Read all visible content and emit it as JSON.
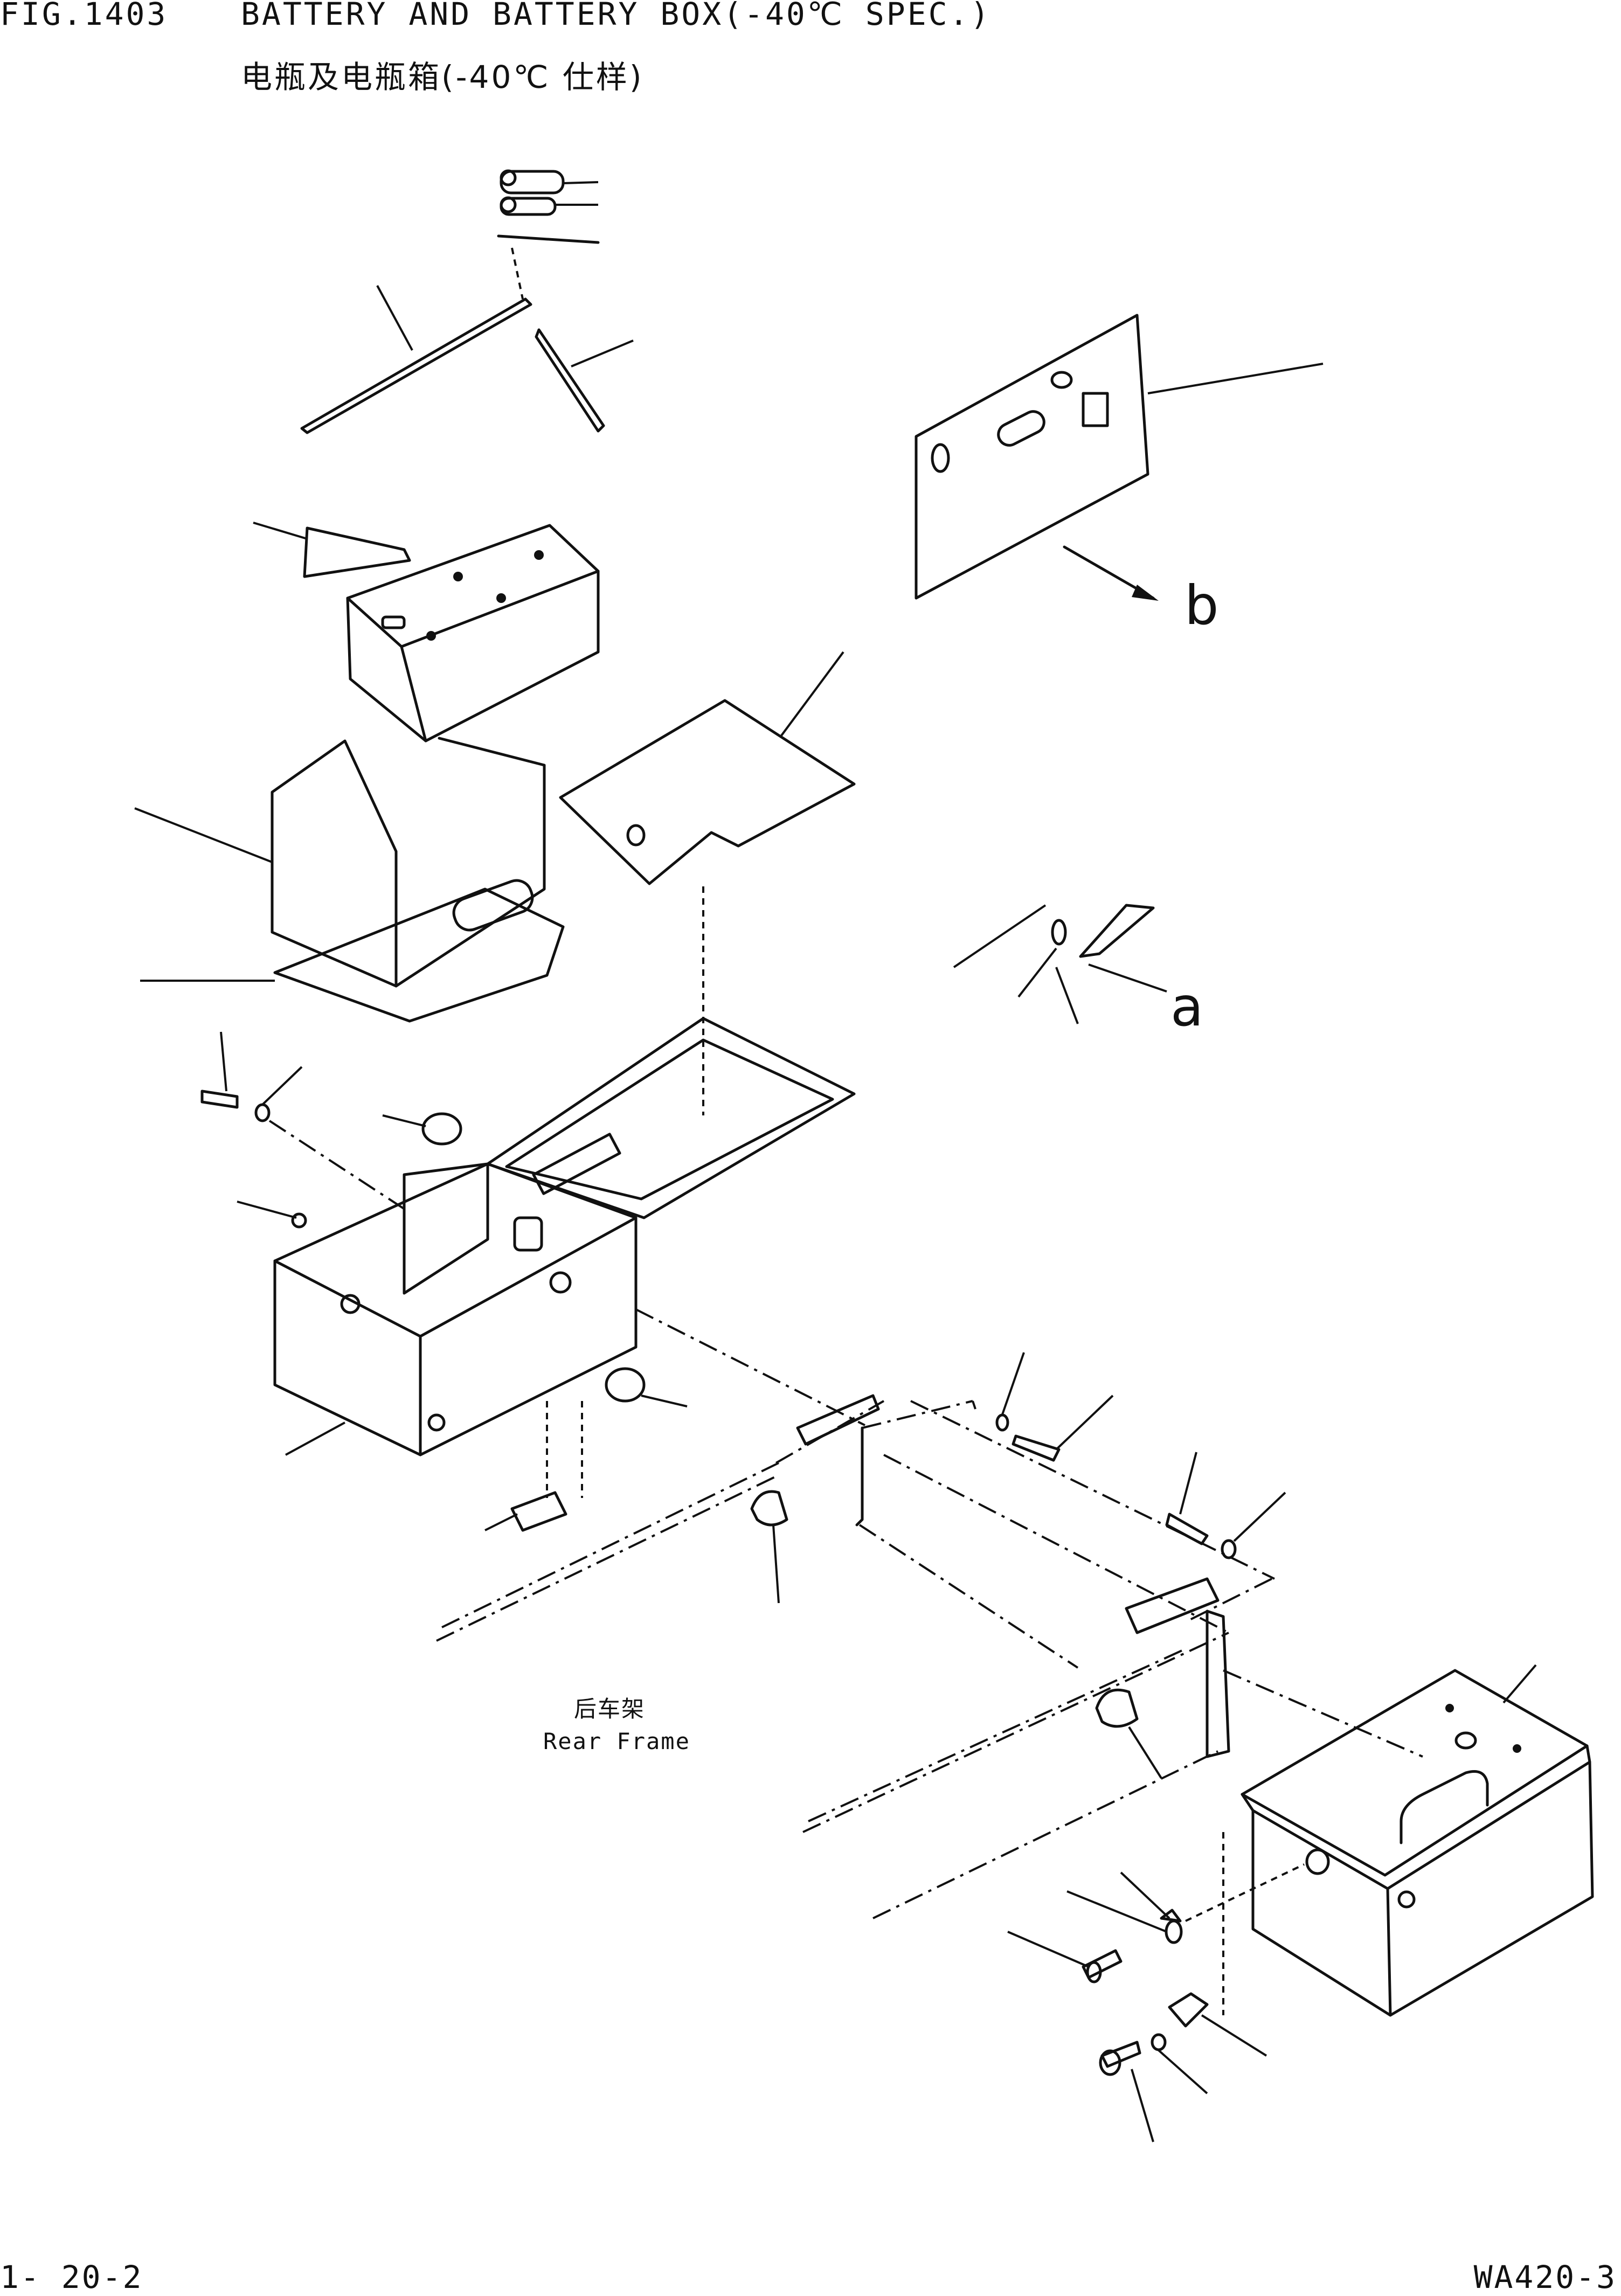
{
  "header": {
    "figure_number": "FIG.1403",
    "title_en": "BATTERY AND BATTERY BOX(-40℃ SPEC.)",
    "title_cn": "电瓶及电瓶箱(-40℃ 仕样)"
  },
  "diagram": {
    "frame_label_cn": "后车架",
    "frame_label_en": "Rear Frame",
    "view_marks": [
      "b",
      "a"
    ]
  },
  "footer": {
    "page_number": "1- 20-2",
    "model_code": "WA420-3"
  }
}
